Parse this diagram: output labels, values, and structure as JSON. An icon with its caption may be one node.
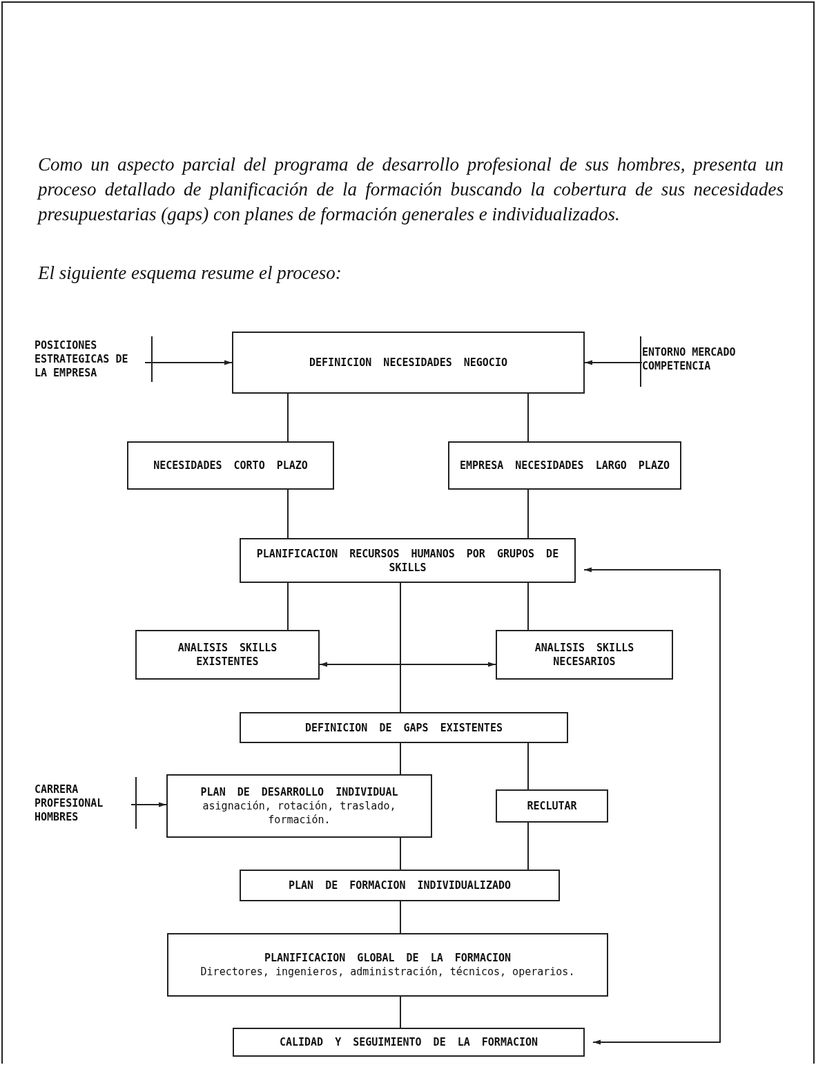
{
  "diagram": {
    "nodes": [
      {
        "text": [
          "POSICIONES ESTRATEGICAS DE LA EMPRESA"
        ]
      },
      {
        "text": [
          "DEFINICION NECESIDADES NEGOCIO"
        ]
      },
      {
        "text": [
          "ENTORNO MERCADO COMPETENCIA"
        ]
      },
      {
        "text": [
          "NECESIDADES CORTO PLAZO"
        ]
      },
      {
        "text": [
          "EMPRESA NECESIDADES LARGO PLAZO"
        ]
      },
      {
        "text": [
          "PLANIFICACION RECURSOS HUMANOS POR GRUPOS DE SKILLS"
        ]
      },
      {
        "text": [
          "ANALISIS SKILLS EXISTENTES"
        ]
      },
      {
        "text": [
          "ANALISIS SKILLS NECESARIOS"
        ]
      },
      {
        "text": [
          "DEFINICION DE GAPS EXISTENTES"
        ]
      },
      {
        "text": [
          "CARRERA PROFESIONAL HOMBRES"
        ]
      },
      {
        "text": [
          "PLAN DE DESARROLLO INDIVIDUAL",
          "asignación, rotación, traslado, formación."
        ]
      },
      {
        "text": [
          "RECLUTAR"
        ]
      },
      {
        "text": [
          "PLAN DE FORMACION INDIVIDUALIZADO"
        ]
      },
      {
        "text": [
          "PLANIFICACION GLOBAL DE LA FORMACION",
          "Directores, ingenieros, administración, técnicos, operarios."
        ]
      },
      {
        "text": [
          "CALIDAD Y SEGUIMIENTO DE LA FORMACION"
        ]
      }
    ],
    "edges": [
      {
        "from": 0,
        "to": 1,
        "arrow": "to"
      },
      {
        "from": 2,
        "to": 1,
        "arrow": "to"
      },
      {
        "from": 1,
        "to": 3,
        "arrow": "none"
      },
      {
        "from": 1,
        "to": 4,
        "arrow": "none"
      },
      {
        "from": 3,
        "to": 5,
        "arrow": "none"
      },
      {
        "from": 4,
        "to": 5,
        "arrow": "none"
      },
      {
        "from": 5,
        "to": 6,
        "arrow": "none"
      },
      {
        "from": 5,
        "to": 7,
        "arrow": "none"
      },
      {
        "from": 5,
        "to": 8,
        "arrow": "none"
      },
      {
        "from": 6,
        "to": 7,
        "arrow": "both"
      },
      {
        "from": 9,
        "to": 10,
        "arrow": "to"
      },
      {
        "from": 8,
        "to": 10,
        "arrow": "none"
      },
      {
        "from": 8,
        "to": 11,
        "arrow": "none"
      },
      {
        "from": 10,
        "to": 12,
        "arrow": "none"
      },
      {
        "from": 11,
        "to": 12,
        "arrow": "none"
      },
      {
        "from": 12,
        "to": 13,
        "arrow": "none"
      },
      {
        "from": 13,
        "to": 14,
        "arrow": "none"
      },
      {
        "from": 5,
        "to": 14,
        "arrow": "both"
      }
    ],
    "labels": [
      "Como un aspecto parcial del programa de desarrollo profesional de sus hombres, presenta un proceso detallado de planificación de la formación buscando la cobertura de sus necesidades presupuestarias (gaps) con planes de formación generales e individualizados.",
      "El siguiente esquema resume el proceso:"
    ]
  }
}
